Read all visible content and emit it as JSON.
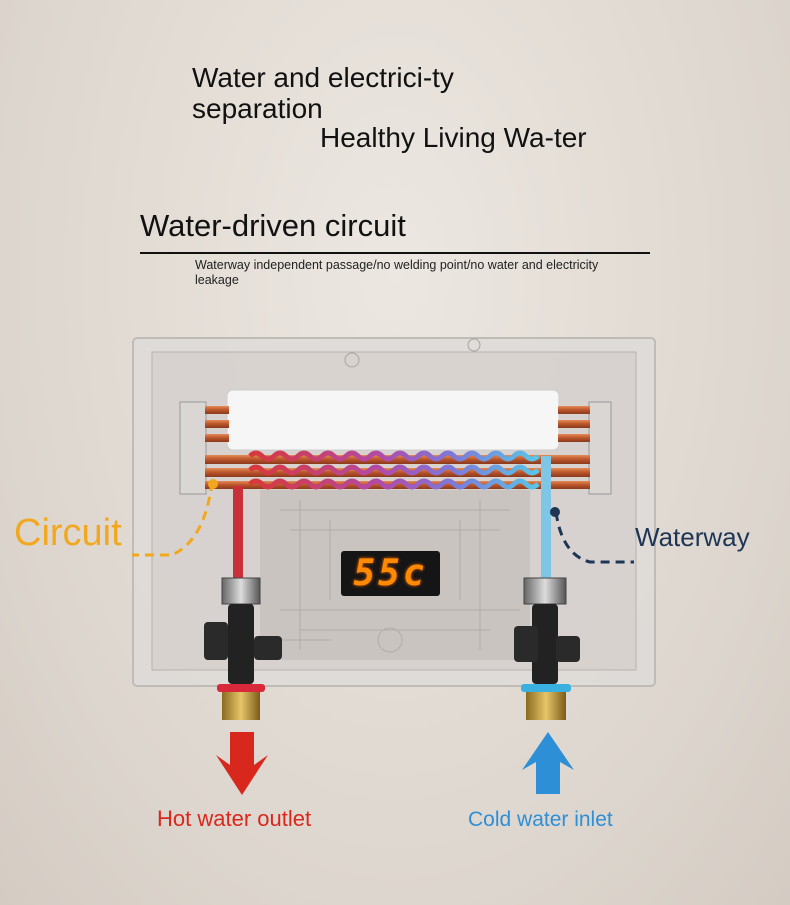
{
  "headline": {
    "line1": "Water and electrici-ty separation",
    "line2": "Healthy Living Wa-ter"
  },
  "section": {
    "title": "Water-driven circuit",
    "description": "Waterway independent passage/no welding point/no water and electricity leakage"
  },
  "labels": {
    "circuit": "Circuit",
    "waterway": "Waterway",
    "hot_outlet": "Hot water outlet",
    "cold_inlet": "Cold water inlet"
  },
  "display": {
    "reading": "55c"
  },
  "colors": {
    "circuit": "#f2a81e",
    "waterway": "#1e3556",
    "hot": "#d8281e",
    "cold": "#2d8fd6",
    "copper": "#c4673a",
    "display_digits": "#ff8a00"
  }
}
